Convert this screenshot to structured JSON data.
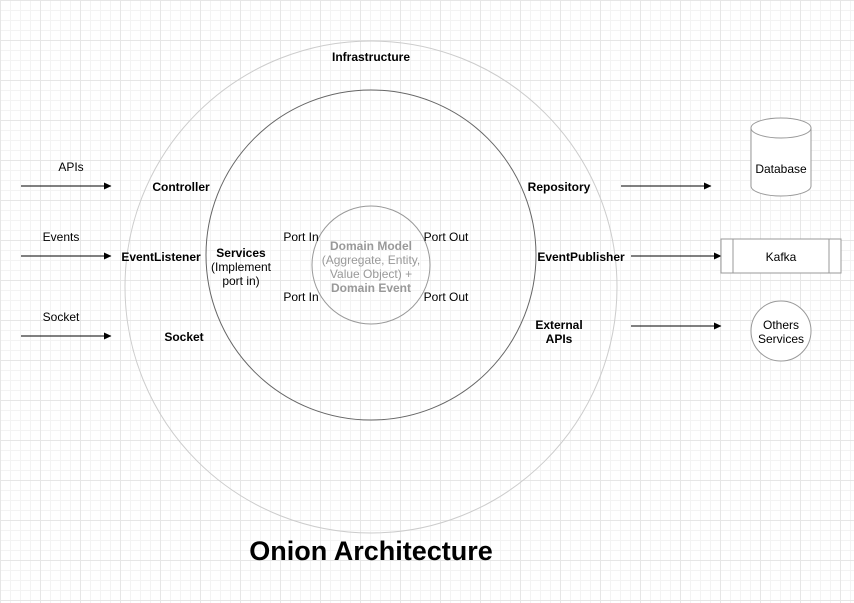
{
  "diagram": {
    "title": "Onion Architecture",
    "layers": {
      "infrastructure": "Infrastructure",
      "services_title": "Services",
      "services_line2": "(Implement",
      "services_line3": "port in)",
      "domain_title": "Domain Model",
      "domain_line2": "(Aggregate, Entity,",
      "domain_line3": "Value Object) +",
      "domain_line4": "Domain Event"
    },
    "ports": {
      "port_in_top": "Port In",
      "port_in_bottom": "Port In",
      "port_out_top": "Port Out",
      "port_out_bottom": "Port Out"
    },
    "adapters_in": {
      "controller": "Controller",
      "event_listener": "EventListener",
      "socket": "Socket"
    },
    "adapters_out": {
      "repository": "Repository",
      "event_publisher": "EventPublisher",
      "external_line1": "External",
      "external_line2": "APIs"
    },
    "inputs": {
      "apis": "APIs",
      "events": "Events",
      "socket": "Socket"
    },
    "systems": {
      "database": "Database",
      "kafka": "Kafka",
      "others_line1": "Others",
      "others_line2": "Services"
    },
    "colors": {
      "outer_ring": "#cccccc",
      "inner_ring": "#666666",
      "core_ring": "#999999",
      "core_text": "#999999",
      "lines": "#000000"
    }
  }
}
